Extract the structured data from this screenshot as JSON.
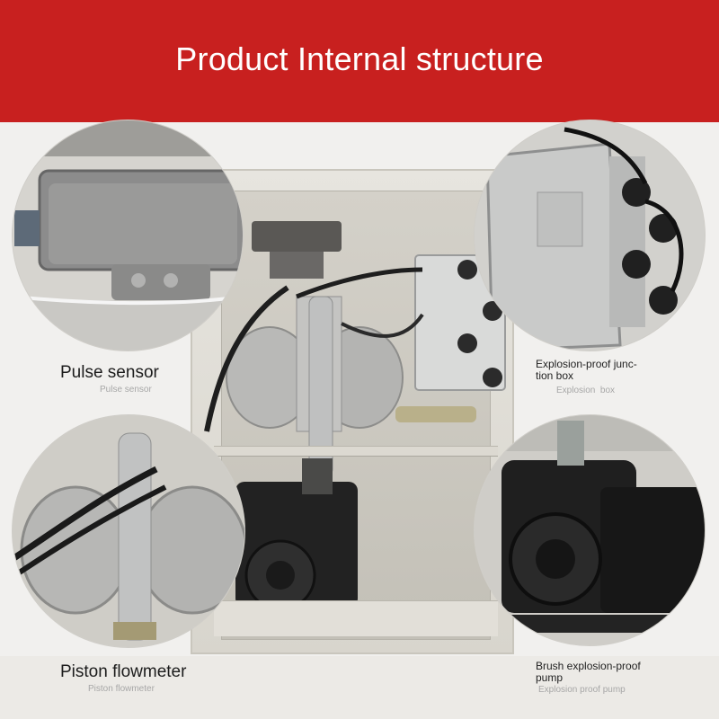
{
  "banner": {
    "title": "Product Internal structure",
    "color": "#c8201f"
  },
  "labels": {
    "pulse_sensor": {
      "main": "Pulse sensor",
      "sub": "Pulse sensor"
    },
    "piston_flowmeter": {
      "main": "Piston flowmeter",
      "sub": "Piston flowmeter"
    },
    "junction_box": {
      "main": "Explosion-proof junc-\ntion box",
      "sub": "Explosion  box"
    },
    "pump": {
      "main": "Brush explosion-proof\npump",
      "sub": "Explosion proof pump"
    }
  },
  "photos": {
    "top_left": "pulse-sensor-closeup",
    "top_right": "junction-box-closeup",
    "bottom_left": "piston-flowmeter-closeup",
    "bottom_right": "pump-closeup",
    "center": "cabinet-interior"
  }
}
